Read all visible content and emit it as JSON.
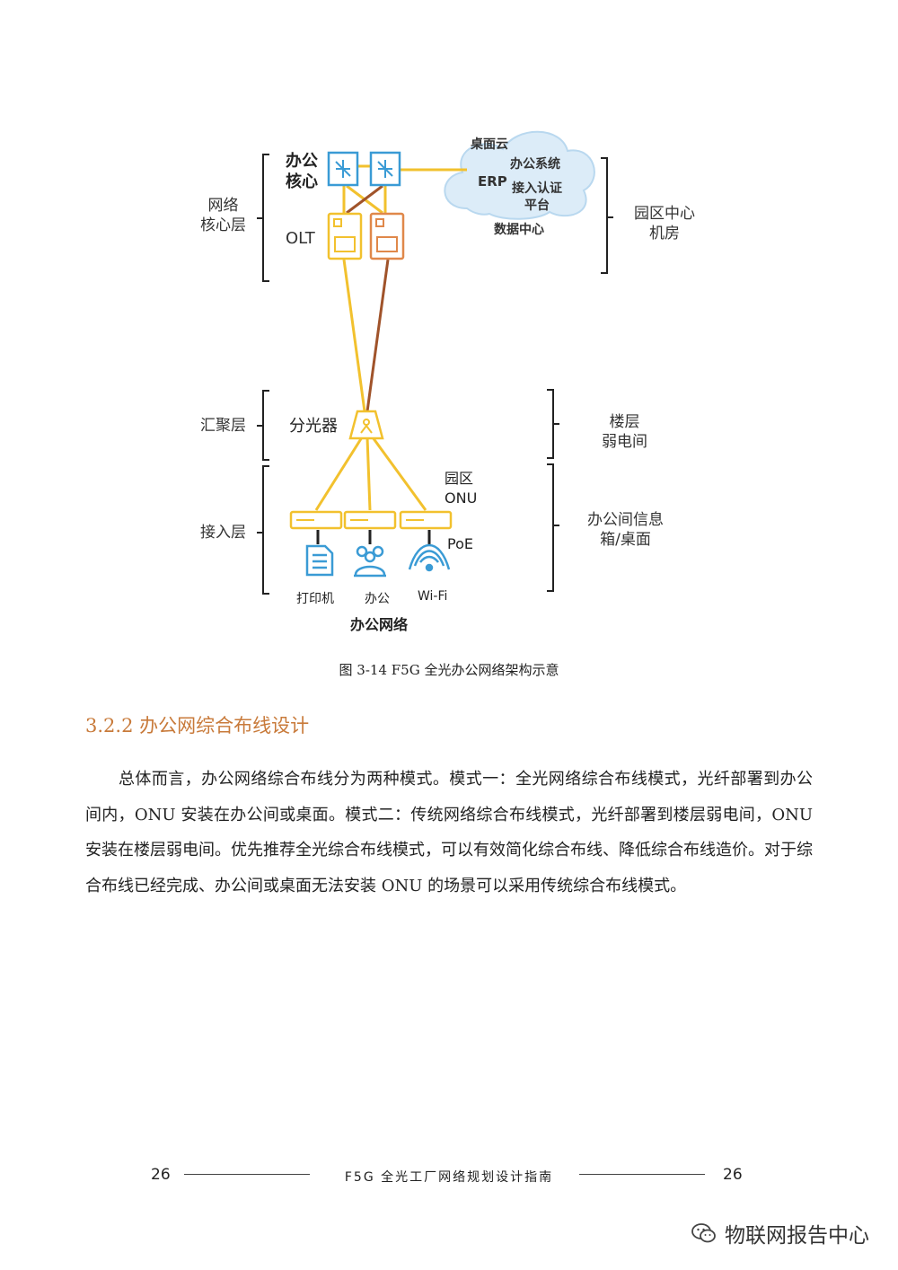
{
  "diagram": {
    "left_labels": {
      "core_layer": "网络\n核心层",
      "aggregation_layer": "汇聚层",
      "access_layer": "接入层"
    },
    "right_labels": {
      "campus_center": "园区中心\n机房",
      "floor_room": "楼层\n弱电间",
      "office_box": "办公间信息\n箱/桌面"
    },
    "core_label": "办公\n核心",
    "olt_label": "OLT",
    "splitter_label": "分光器",
    "onu_label": "园区\nONU",
    "poe_label": "PoE",
    "cloud": {
      "desktop_cloud": "桌面云",
      "office_system": "办公系统",
      "erp": "ERP",
      "auth_platform": "接入认证\n平台",
      "data_center": "数据中心"
    },
    "devices": {
      "printer": "打印机",
      "office": "办公",
      "wifi": "Wi-Fi"
    },
    "network_title": "办公网络",
    "colors": {
      "yellow": "#f2c12e",
      "brown": "#a0532a",
      "blue": "#3a9bd5",
      "orange_icon": "#e0884a"
    }
  },
  "caption": "图 3-14  F5G 全光办公网络架构示意",
  "section": {
    "title": "3.2.2  办公网综合布线设计"
  },
  "paragraph": "总体而言，办公网络综合布线分为两种模式。模式一：全光网络综合布线模式，光纤部署到办公间内，ONU 安装在办公间或桌面。模式二：传统网络综合布线模式，光纤部署到楼层弱电间，ONU 安装在楼层弱电间。优先推荐全光综合布线模式，可以有效简化综合布线、降低综合布线造价。对于综合布线已经完成、办公间或桌面无法安装 ONU 的场景可以采用传统综合布线模式。",
  "footer": {
    "page_left": "26",
    "title": "F5G 全光工厂网络规划设计指南",
    "page_right": "26"
  },
  "watermark": {
    "text": "物联网报告中心",
    "icon": "wechat-icon"
  }
}
